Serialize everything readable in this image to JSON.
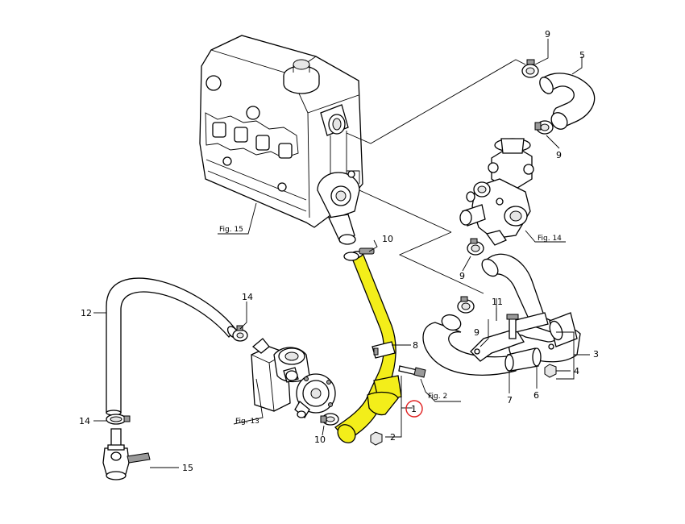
{
  "callouts": {
    "c1": "1",
    "c2": "2",
    "c3": "3",
    "c4": "4",
    "c5": "5",
    "c6": "6",
    "c7": "7",
    "c8": "8",
    "c9a": "9",
    "c9b": "9",
    "c9c": "9",
    "c9d": "9",
    "c10a": "10",
    "c10b": "10",
    "c11": "11",
    "c12": "12",
    "c14a": "14",
    "c14b": "14",
    "c15": "15"
  },
  "figure_refs": {
    "fig15": "Fig. 15",
    "fig14": "Fig. 14",
    "fig13": "Fig. 13",
    "fig2": "Fig. 2"
  },
  "colors": {
    "highlight": "#f3ee1a",
    "selection_ring": "#e02020",
    "line": "#000000"
  }
}
